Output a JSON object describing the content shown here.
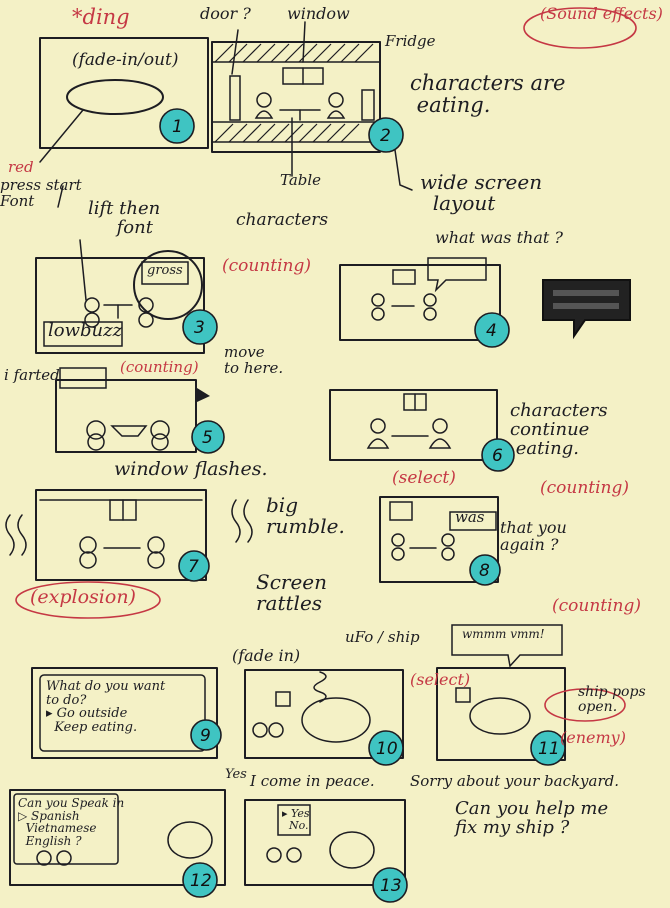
{
  "panels": [
    {
      "number": "1"
    },
    {
      "number": "2"
    },
    {
      "number": "3"
    },
    {
      "number": "4"
    },
    {
      "number": "5"
    },
    {
      "number": "6"
    },
    {
      "number": "7"
    },
    {
      "number": "8"
    },
    {
      "number": "9"
    },
    {
      "number": "10"
    },
    {
      "number": "11"
    },
    {
      "number": "12"
    },
    {
      "number": "13"
    }
  ],
  "annotations": {
    "ding": "*ding",
    "fade_in_out": "(fade-in/out)",
    "door": "door ?",
    "window": "window",
    "fridge": "Fridge",
    "sound_effects": "(Sound\neffects)",
    "characters_eating": "characters are\n eating.",
    "red": "red",
    "press_start_font": "press start\nFont",
    "table": "Table",
    "widescreen_layout": "wide screen\n  layout",
    "lift_then_font": "lift then\n     font",
    "characters": "characters",
    "what_was_that": "what was that ?",
    "gross": "gross",
    "counting": "(counting)",
    "lowbuzz": "lowbuzz",
    "move_to_here": "move\nto here.",
    "i_farted": "i farted",
    "characters_continue_eating": "characters\ncontinue\n eating.",
    "window_flashes": "window flashes.",
    "select": "(select)",
    "big_rumble": "big\nrumble.",
    "was": "was",
    "that_you_again": "that you\nagain ?",
    "screen_rattles": "Screen\nrattles",
    "explosion": "(explosion)",
    "ufo_ship": "uFo / ship",
    "wmmm": "wmmm vmm!",
    "fade_in": "(fade in)",
    "ship_pops_open": "ship pops\nopen.",
    "menu_text": "What do you want\nto do?\n▸ Go outside\n  Keep eating.",
    "enemy": "(enemy)",
    "yes": "Yes",
    "i_come_in_peace": "I come in peace.",
    "sorry_about_your_backyard": "Sorry about your backyard.",
    "can_you_help": "Can you help me\nfix my ship ?",
    "can_you_speak": "Can you Speak in\n▷ Spanish\n  Vietnamese\n  English ?",
    "yes_no": "▸ Yes\n  No."
  }
}
